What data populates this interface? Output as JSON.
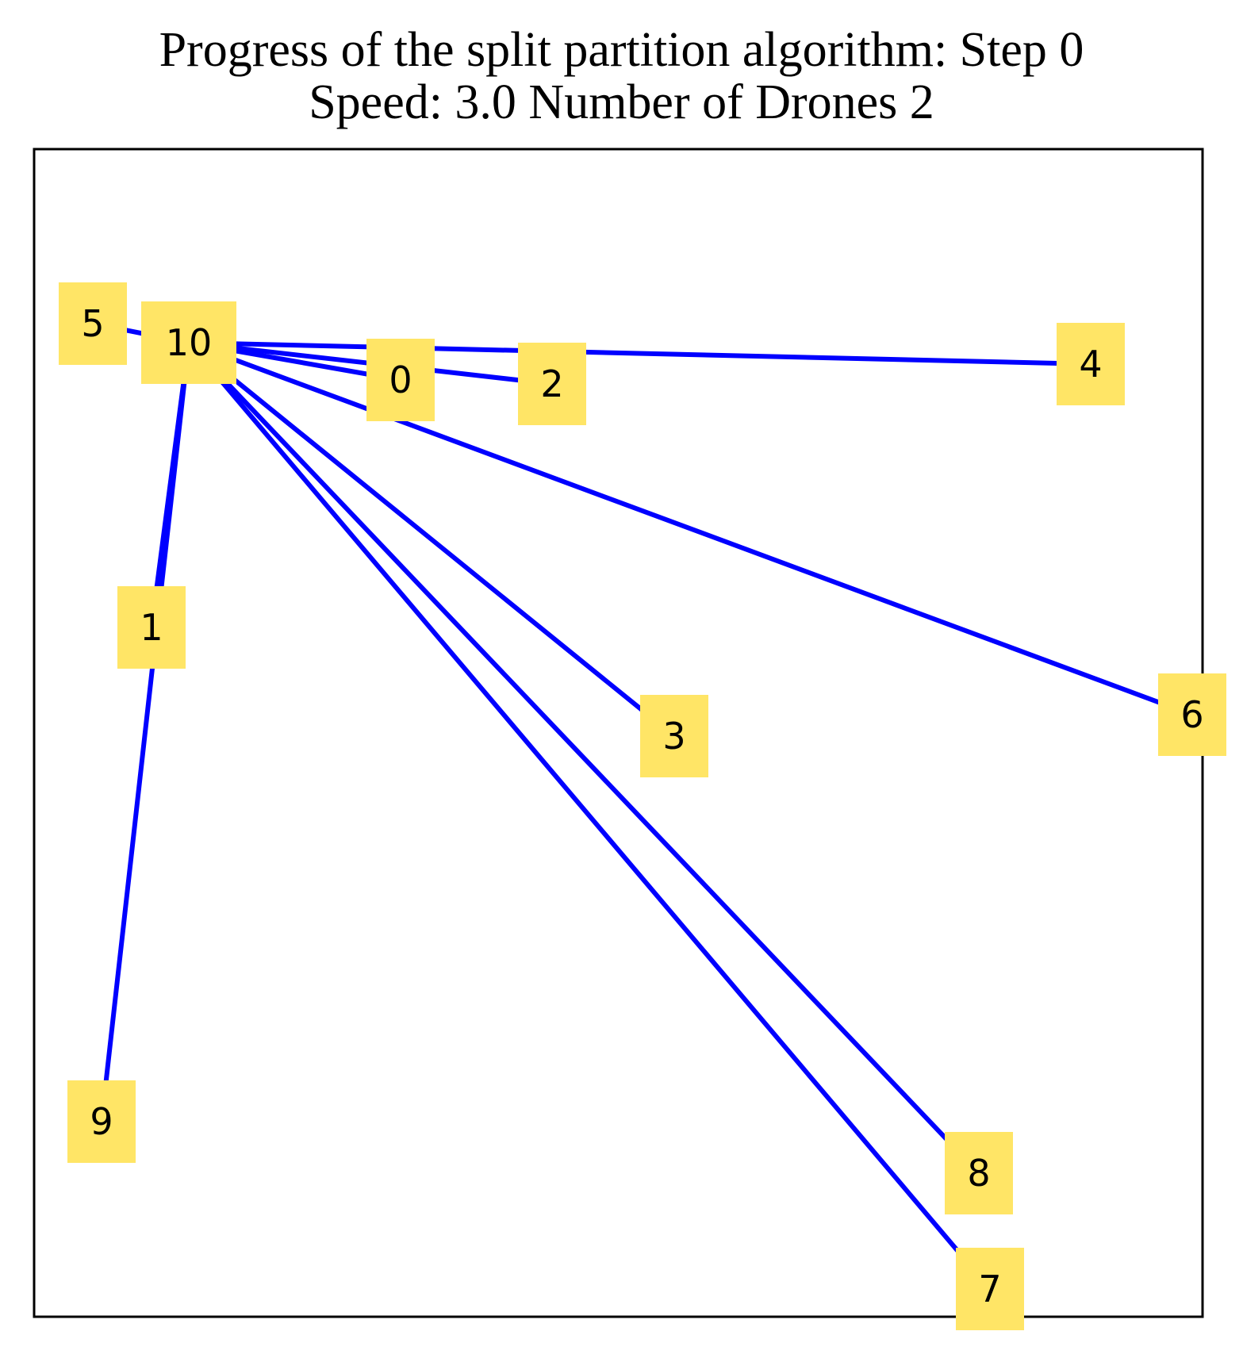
{
  "title": {
    "line1": "Progress of the split partition algorithm: Step 0",
    "line2": "Speed: 3.0 Number of Drones 2"
  },
  "colors": {
    "edge": "#0000ff",
    "node_fill": "#ffe566",
    "node_text": "#000000",
    "frame": "#000000",
    "background": "#ffffff"
  },
  "nodes": [
    {
      "id": "0",
      "label": "0"
    },
    {
      "id": "1",
      "label": "1"
    },
    {
      "id": "2",
      "label": "2"
    },
    {
      "id": "3",
      "label": "3"
    },
    {
      "id": "4",
      "label": "4"
    },
    {
      "id": "5",
      "label": "5"
    },
    {
      "id": "6",
      "label": "6"
    },
    {
      "id": "7",
      "label": "7"
    },
    {
      "id": "8",
      "label": "8"
    },
    {
      "id": "9",
      "label": "9"
    },
    {
      "id": "10",
      "label": "10"
    }
  ],
  "edges": [
    {
      "from": "10",
      "to": "5"
    },
    {
      "from": "10",
      "to": "4"
    },
    {
      "from": "10",
      "to": "0"
    },
    {
      "from": "10",
      "to": "2"
    },
    {
      "from": "10",
      "to": "6"
    },
    {
      "from": "10",
      "to": "3"
    },
    {
      "from": "10",
      "to": "8"
    },
    {
      "from": "10",
      "to": "7"
    },
    {
      "from": "10",
      "to": "1"
    },
    {
      "from": "10",
      "to": "9"
    }
  ]
}
